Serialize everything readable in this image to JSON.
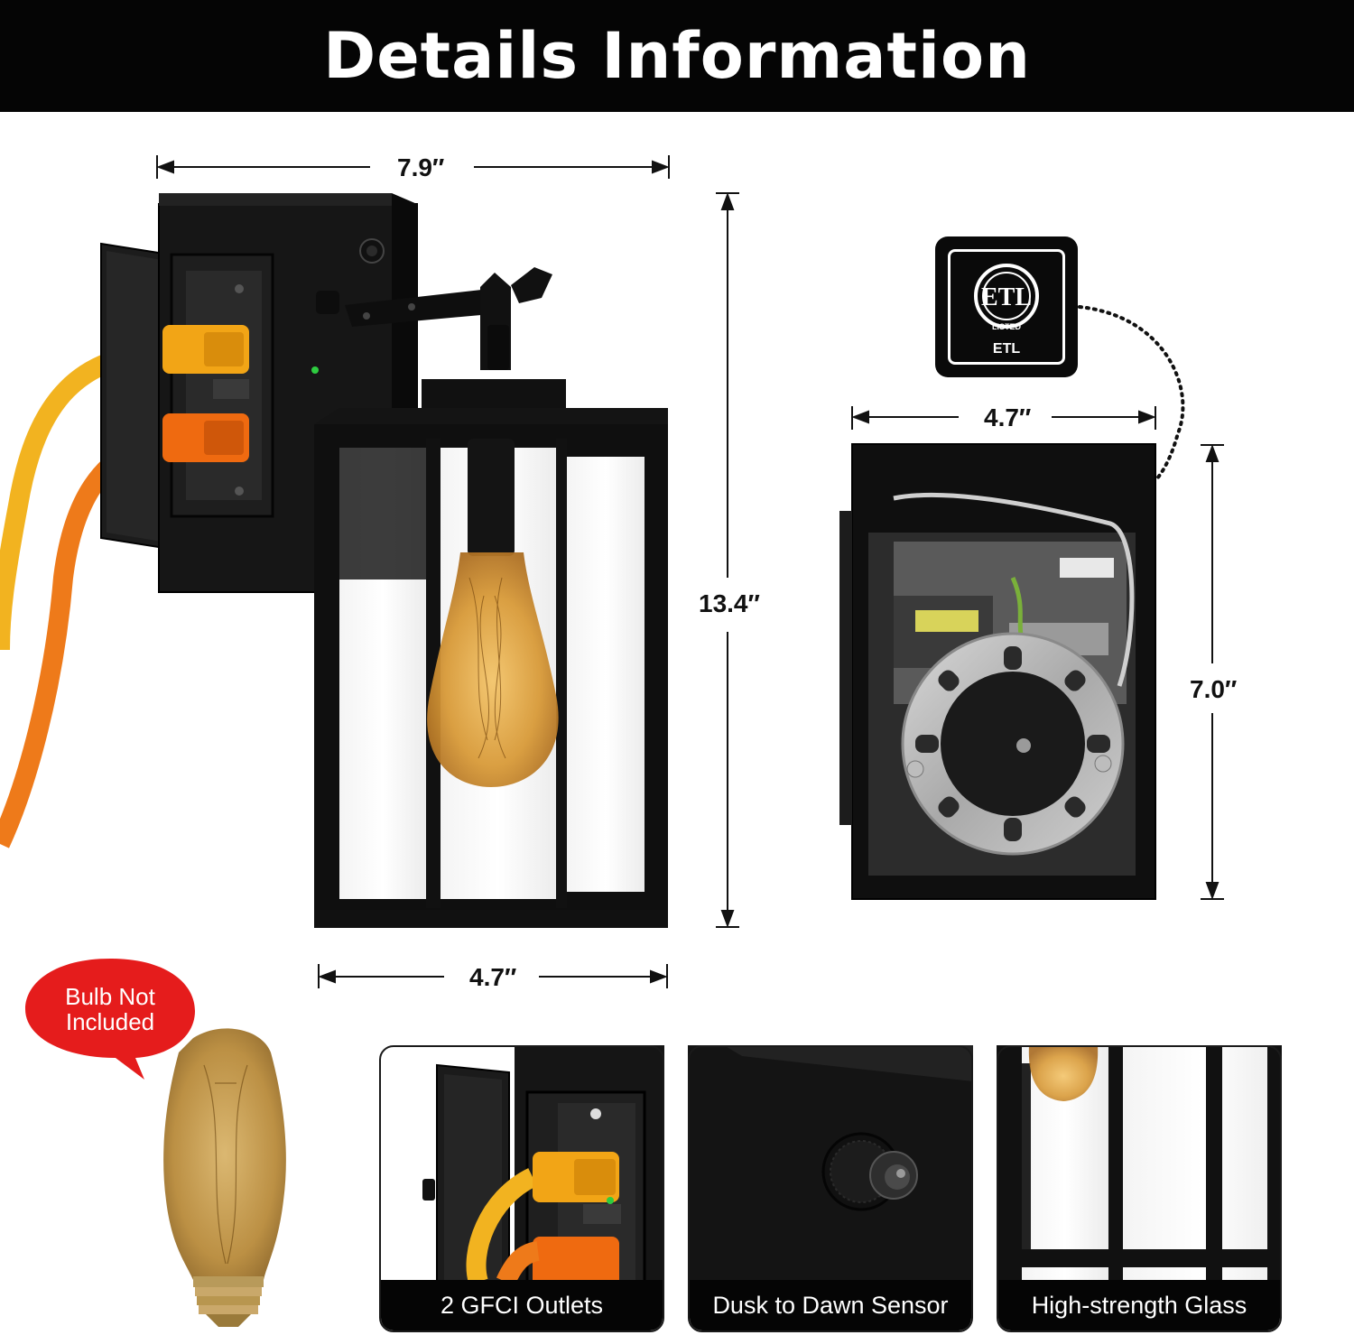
{
  "header": {
    "title": "Details Information"
  },
  "dimensions": {
    "top_width": "7.9″",
    "height": "13.4″",
    "bottom_width": "4.7″",
    "box_width": "4.7″",
    "box_height": "7.0″"
  },
  "certification": {
    "mark": "ETL",
    "listed": "LISTED",
    "label": "ETL"
  },
  "bulb_notice": {
    "line1": "Bulb Not",
    "line2": "Included"
  },
  "features": [
    {
      "caption": "2 GFCI Outlets"
    },
    {
      "caption": "Dusk to Dawn Sensor"
    },
    {
      "caption": "High-strength Glass"
    }
  ],
  "colors": {
    "fixture": "#111111",
    "plug_yellow": "#f2a516",
    "plug_orange": "#ef6a10",
    "bubble_red": "#e51c1c",
    "bulb_amber": "#c98a2a"
  }
}
